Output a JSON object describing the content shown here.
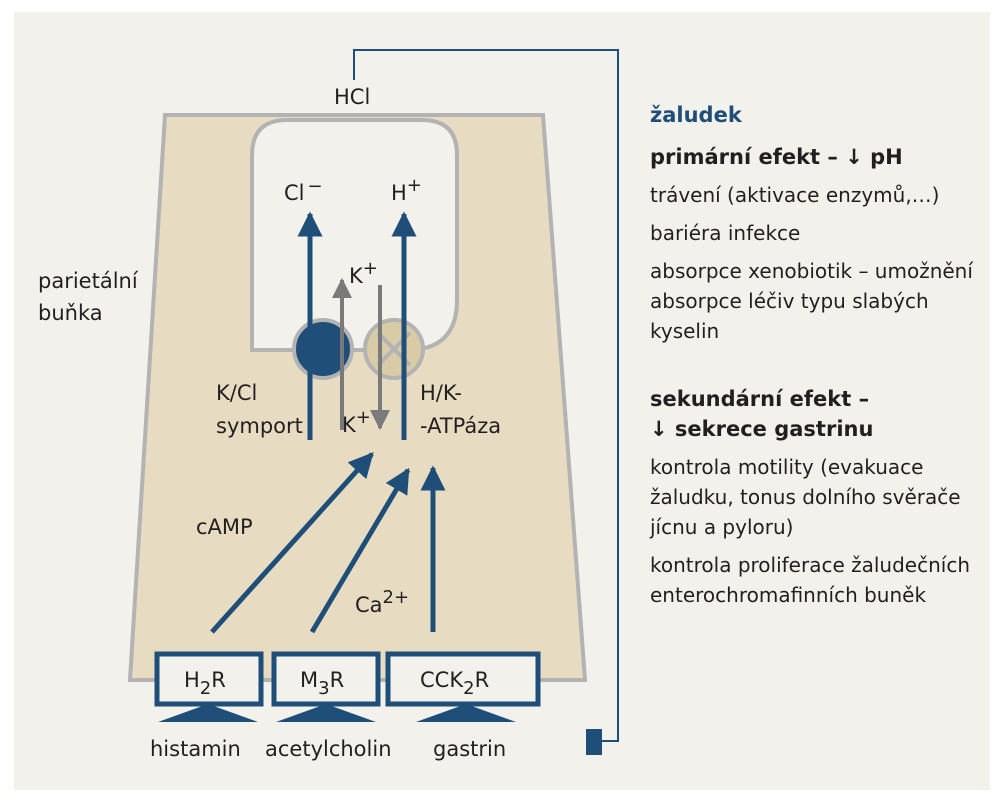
{
  "diagram": {
    "hcl": "HCl",
    "cl_ion": "Cl",
    "cl_charge": "−",
    "h_ion": "H",
    "h_charge": "+",
    "k_top": "K",
    "k_top_charge": "+",
    "k_bottom": "K",
    "k_bottom_charge": "+",
    "cell_label_1": "parietální",
    "cell_label_2": "buňka",
    "symport_1": "K/Cl",
    "symport_2": "symport",
    "atpase_1": "H/K-",
    "atpase_2": "-ATPáza",
    "camp": "cAMP",
    "ca": "Ca",
    "ca_charge": "2+",
    "receptors": [
      {
        "base": "H",
        "sub": "2",
        "tail": "R"
      },
      {
        "base": "M",
        "sub": "3",
        "tail": "R"
      },
      {
        "base": "CCK",
        "sub": "2",
        "tail": "R"
      }
    ],
    "ligands": [
      "histamin",
      "acetylcholin",
      "gastrin"
    ]
  },
  "sidebar": {
    "title": "žaludek",
    "primary_header": "primární efekt – ↓ pH",
    "primary_items": [
      "trávení (aktivace enzymů,…)",
      "bariéra infekce",
      "absorpce xenobiotik – umožnění absorpce léčiv typu slabých kyselin"
    ],
    "secondary_header_1": "sekundární efekt –",
    "secondary_header_2": "↓ sekrece gastrinu",
    "secondary_items": [
      "kontrola motility (evakuace žaludku, tonus dolního svěrače jícnu a pyloru)",
      "kontrola proliferace žaludečních enterochromafinních buněk"
    ]
  },
  "colors": {
    "panel_bg": "#f3f1ec",
    "cell_fill": "#e7dcc2",
    "cell_border": "#b3b3b3",
    "blue": "#1f4e79",
    "gray_arrow": "#7a7a7a",
    "atpase_fill": "#d8cba5"
  }
}
